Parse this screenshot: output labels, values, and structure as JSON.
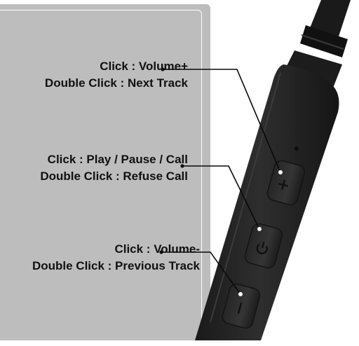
{
  "controls": [
    {
      "click": "Click : Volume+",
      "double_click": "Double Click : Next Track",
      "icon": "plus-icon"
    },
    {
      "click": "Click : Play / Pause / Call",
      "double_click": "Double Click : Refuse Call",
      "icon": "power-icon"
    },
    {
      "click": "Click : Volume-",
      "double_click": "Double Click : Previous Track",
      "icon": "minus-icon"
    }
  ],
  "colors": {
    "panel": "#bdbdbd",
    "remote_body": "#222222",
    "text": "#111111"
  }
}
